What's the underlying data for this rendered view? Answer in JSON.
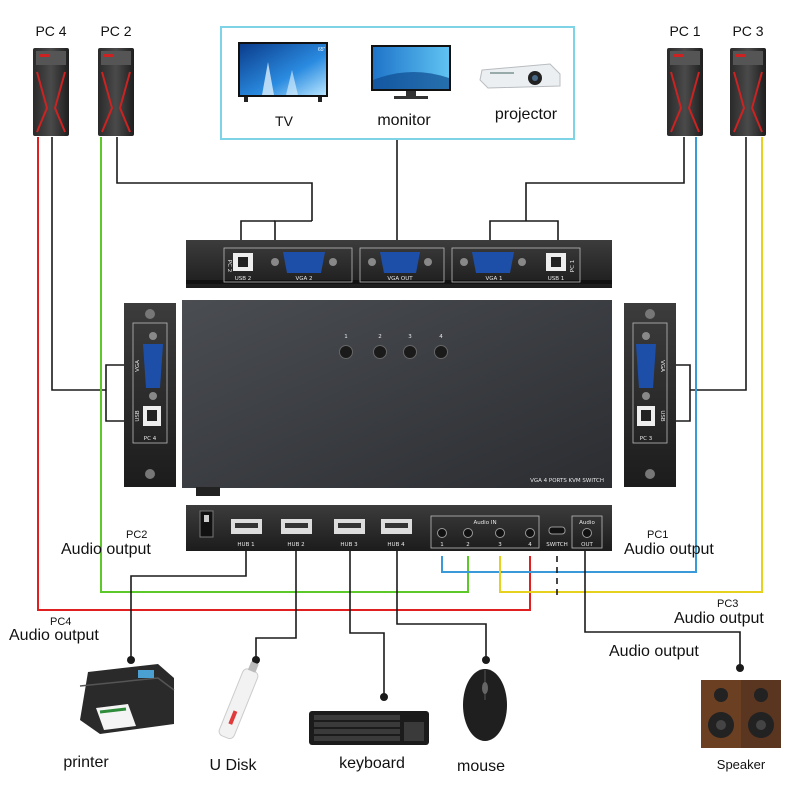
{
  "pcs": {
    "pc4": "PC 4",
    "pc2": "PC 2",
    "pc1": "PC 1",
    "pc3": "PC 3"
  },
  "displays": {
    "tv": "TV",
    "tv_screen_text": "65\"",
    "monitor": "monitor",
    "projector": "projector"
  },
  "top_panel": {
    "usb2": "USB 2",
    "vga2": "VGA 2",
    "vga_out": "VGA OUT",
    "vga1": "VGA 1",
    "usb1": "USB 1",
    "pc2_tag": "PC 2",
    "pc1_tag": "PC 1"
  },
  "left_panel": {
    "vga": "VGA",
    "usb": "USB",
    "pc": "PC 4"
  },
  "right_panel": {
    "vga": "VGA",
    "usb": "USB",
    "pc": "PC 3"
  },
  "front": {
    "buttons": [
      "1",
      "2",
      "3",
      "4"
    ],
    "model": "VGA 4 PORTS KVM SWITCH"
  },
  "bottom_panel": {
    "hubs": [
      "HUB 1",
      "HUB 2",
      "HUB 3",
      "HUB 4"
    ],
    "audio_in": "Audio IN",
    "audio_nums": [
      "1",
      "2",
      "3",
      "4"
    ],
    "switch": "SWITCH",
    "audio": "Audio",
    "out": "OUT"
  },
  "audio_labels": {
    "pc2_tag": "PC2",
    "pc2_text": "Audio output",
    "pc1_tag": "PC1",
    "pc1_text": "Audio output",
    "pc3_tag": "PC3",
    "pc3_text": "Audio output",
    "pc4_tag": "PC4",
    "pc4_text": "Audio output",
    "main_out": "Audio output"
  },
  "devices": {
    "printer": "printer",
    "udisk": "U Disk",
    "keyboard": "keyboard",
    "mouse": "mouse",
    "speaker": "Speaker"
  },
  "colors": {
    "red": "#e02020",
    "green": "#5cc82a",
    "blue": "#3a9ad9",
    "yellow": "#e6d21e",
    "cable": "#1a1a1a",
    "frame": "#7fd3e6"
  }
}
